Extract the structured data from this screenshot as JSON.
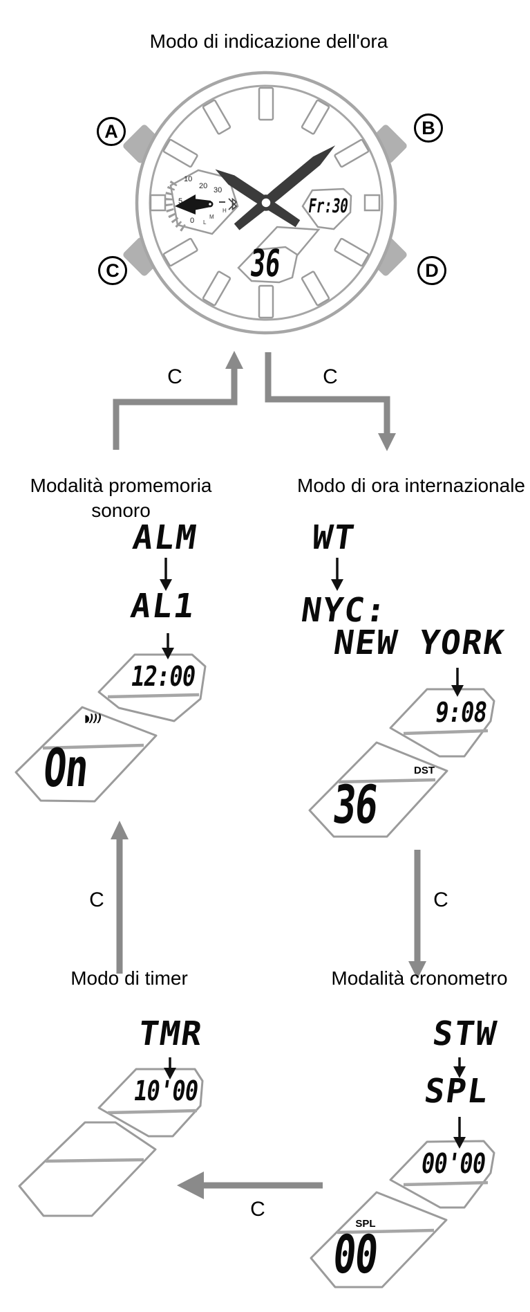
{
  "title": "Modo di indicazione dell'ora",
  "colors": {
    "panel_outline": "#9b9b9b",
    "rim_gray": "#a6a6a6",
    "button_gray": "#b0b0b0",
    "arrow_gray": "#8a8a8a",
    "hand_dark": "#3b3b3b"
  },
  "watch": {
    "button_labels": {
      "a": "A",
      "b": "B",
      "c": "C",
      "d": "D"
    },
    "subdial": {
      "scale_labels": [
        "10",
        "20",
        "30",
        "5",
        "0"
      ],
      "letter_labels": [
        "H",
        "M",
        "L"
      ]
    },
    "day_date_display": "Fr:30",
    "seconds_display": "36"
  },
  "transitions": {
    "labels": [
      "C",
      "C",
      "C",
      "C",
      "C"
    ]
  },
  "modes": {
    "alarm": {
      "name_line1": "Modalità promemoria",
      "name_line2": "sonoro",
      "code": "ALM",
      "sub_code": "AL1",
      "time": "12:00",
      "status": "On",
      "icon_glyphs": "◗)))"
    },
    "world_time": {
      "name": "Modo di ora internazionale",
      "code": "WT",
      "city_code": "NYC:",
      "city_name": "NEW YORK",
      "time": "9:08",
      "dst_badge": "DST",
      "seconds": "36"
    },
    "timer": {
      "name": "Modo di timer",
      "code": "TMR",
      "time": "10'00"
    },
    "stopwatch": {
      "name": "Modalità cronometro",
      "code": "STW",
      "sub_code": "SPL",
      "time": "00'00",
      "split_badge": "SPL",
      "split_value": "00"
    }
  }
}
